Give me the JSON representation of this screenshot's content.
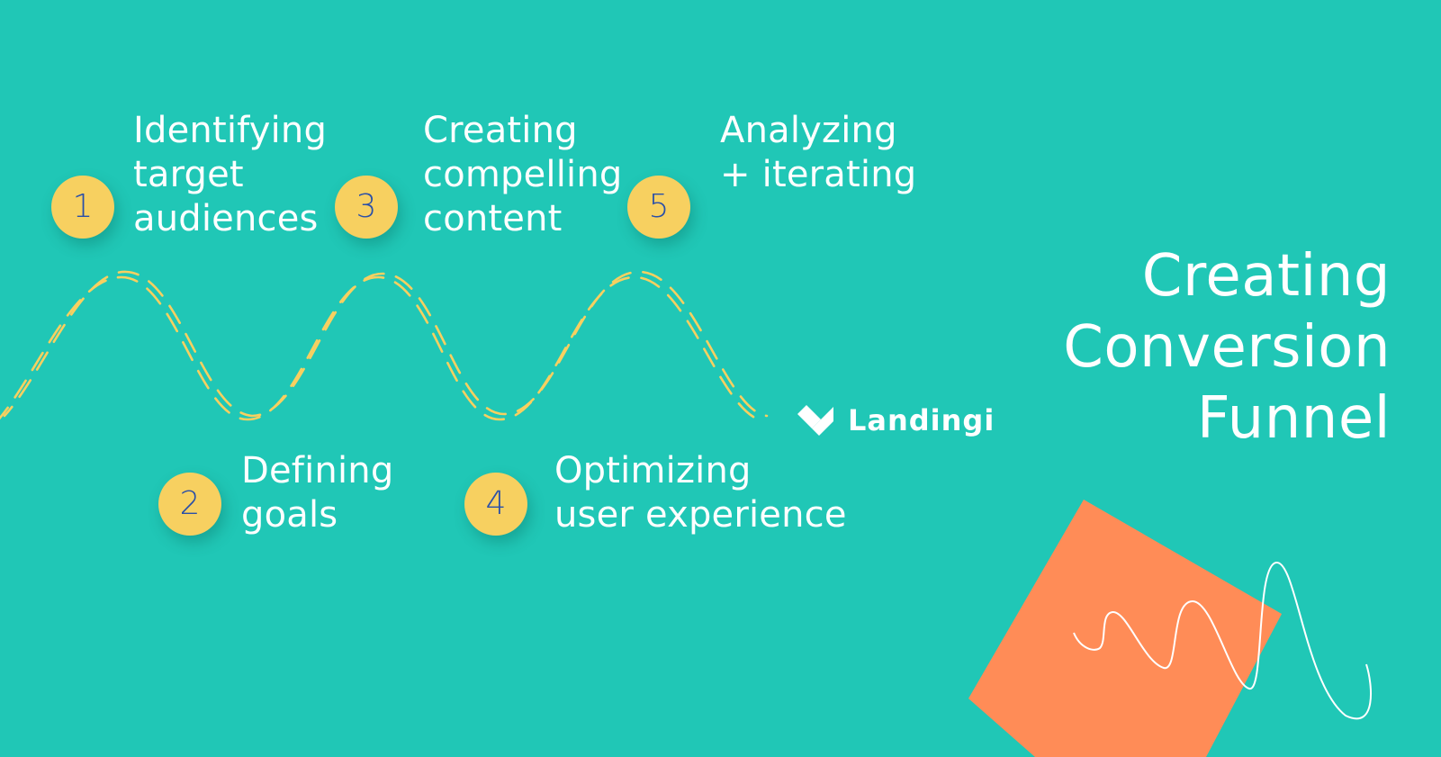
{
  "title": {
    "lines": [
      "Creating",
      "Conversion",
      "Funnel"
    ]
  },
  "brand": {
    "name": "Landingi",
    "icon": "landingi-logo-icon"
  },
  "steps": [
    {
      "number": "1",
      "lines": [
        "Identifying",
        "target",
        "audiences"
      ]
    },
    {
      "number": "2",
      "lines": [
        "Defining",
        "goals"
      ]
    },
    {
      "number": "3",
      "lines": [
        "Creating",
        "compelling",
        "content"
      ]
    },
    {
      "number": "4",
      "lines": [
        "Optimizing",
        "user experience"
      ]
    },
    {
      "number": "5",
      "lines": [
        "Analyzing",
        "+ iterating"
      ]
    }
  ],
  "colors": {
    "background": "#20c7b6",
    "badge": "#f7d060",
    "badge_text": "#2a4fa8",
    "wave": "#f7d060",
    "accent_square": "#ff8c57",
    "text": "#ffffff"
  }
}
